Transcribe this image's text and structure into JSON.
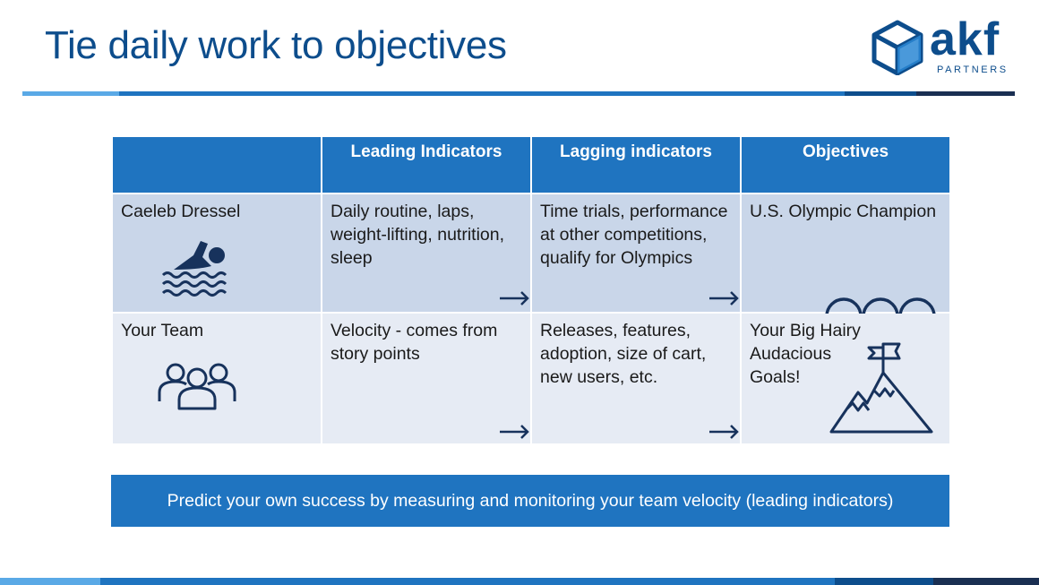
{
  "slide": {
    "title": "Tie daily work to objectives"
  },
  "logo": {
    "name": "akf",
    "subtitle": "PARTNERS"
  },
  "colors": {
    "title_blue": "#0d4d8c",
    "header_blue": "#1f74c0",
    "row1_bg": "#c9d6e9",
    "row2_bg": "#e6ebf4",
    "icon_navy": "#17325c"
  },
  "table": {
    "headers": [
      "",
      "Leading Indicators",
      "Lagging indicators",
      "Objectives"
    ],
    "rows": [
      {
        "label": "Caeleb Dressel",
        "icon": "swimmer-icon",
        "leading": "Daily routine, laps, weight-lifting, nutrition, sleep",
        "lagging": "Time trials, performance at other competitions, qualify for Olympics",
        "objective": "U.S. Olympic Champion",
        "objective_icon": "olympic-rings-icon"
      },
      {
        "label": "Your Team",
        "icon": "team-icon",
        "leading": "Velocity - comes from story points",
        "lagging": "Releases, features, adoption, size of cart, new users, etc.",
        "objective": "Your Big Hairy Audacious Goals!",
        "objective_icon": "mountain-flag-icon"
      }
    ]
  },
  "banner": {
    "text": "Predict your own success by measuring and monitoring your team velocity (leading indicators)"
  }
}
